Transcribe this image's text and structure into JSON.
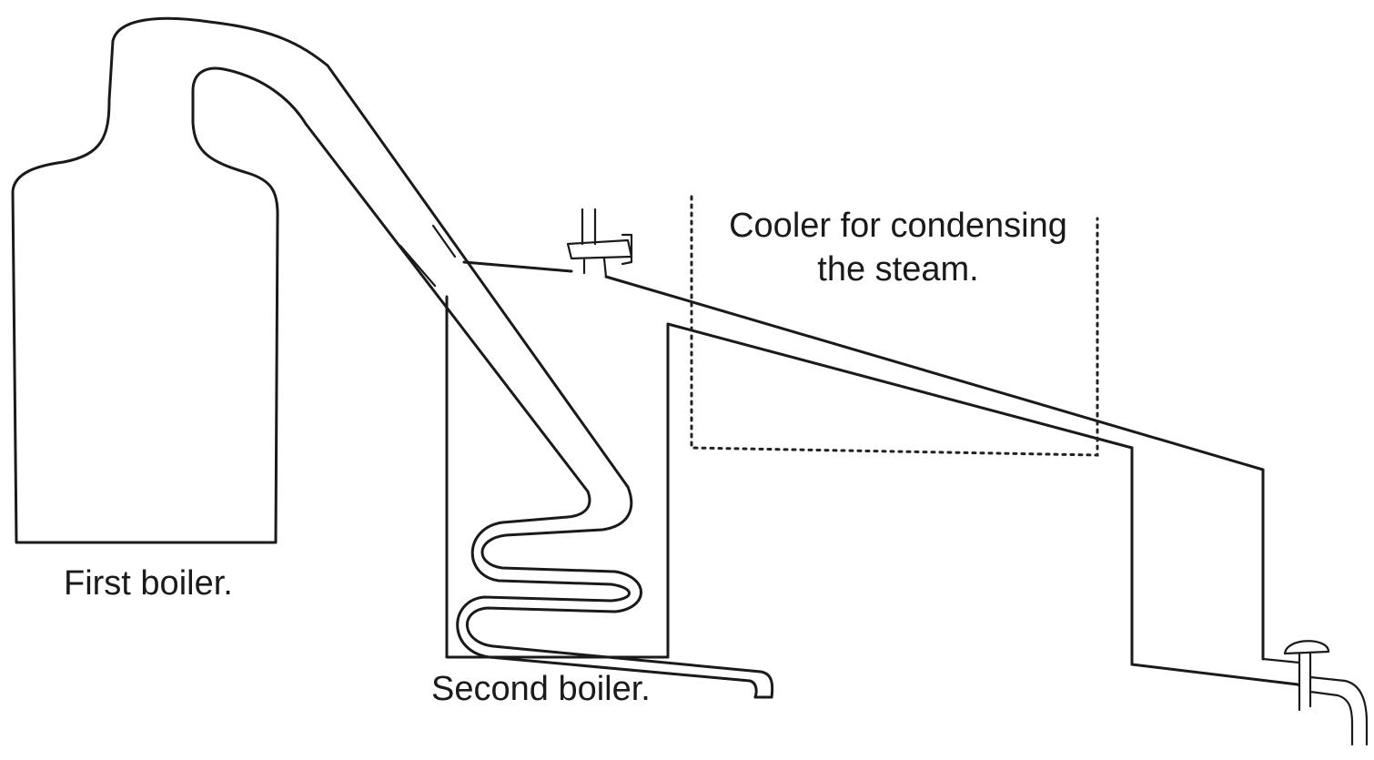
{
  "labels": {
    "first_boiler": "First boiler.",
    "second_boiler": "Second boiler.",
    "cooler_line1": "Cooler for condensing",
    "cooler_line2": "the steam."
  },
  "colors": {
    "ink": "#1a1a1a",
    "background": "#ffffff"
  }
}
